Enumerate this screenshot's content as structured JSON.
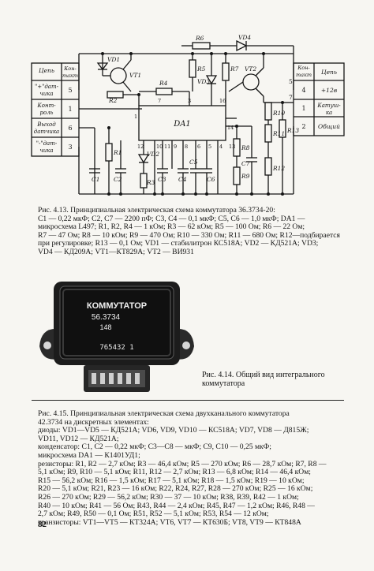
{
  "schematic": {
    "left_table": {
      "header": [
        "Цепь",
        "Кон-такт"
      ],
      "rows": [
        {
          "name": [
            "\"+\"дат-",
            "чика"
          ],
          "pin": "5"
        },
        {
          "name": [
            "Конт-",
            "роль"
          ],
          "pin": "1"
        },
        {
          "name": [
            "Выход",
            "датчика"
          ],
          "pin": "6"
        },
        {
          "name": [
            "\"-\"дат-",
            "чика"
          ],
          "pin": "3"
        }
      ]
    },
    "right_table": {
      "header": [
        "Кон-такт",
        "Цепь"
      ],
      "rows": [
        {
          "pin": "4",
          "name": [
            "+12в"
          ]
        },
        {
          "pin": "1",
          "name": [
            "Катуш-",
            "ка"
          ]
        },
        {
          "pin": "2",
          "name": [
            "Общий"
          ]
        }
      ]
    },
    "labels": {
      "chip": "DA1",
      "r": [
        "R1",
        "R2",
        "R3",
        "R4",
        "R5",
        "R6",
        "R7",
        "R8",
        "R9",
        "R10",
        "R11",
        "R12",
        "R13"
      ],
      "c": [
        "C1",
        "C2",
        "C3",
        "C4",
        "C5",
        "C6",
        "C7"
      ],
      "vd": [
        "VD1",
        "VD2",
        "VD3",
        "VD4"
      ],
      "vt": [
        "VT1",
        "VT2"
      ],
      "chip_pins_top": [
        "7",
        "3",
        "16"
      ],
      "chip_pins_bottom": [
        "12",
        "10",
        "11",
        "9",
        "8",
        "6",
        "5",
        "4",
        "13"
      ],
      "chip_pins_side": [
        "1",
        "14"
      ],
      "right_nodes": [
        "5",
        "7"
      ]
    }
  },
  "caption_4_13": {
    "title": "Рис. 4.13. Принципиальная электрическая схема коммутатора 36.3734-20:",
    "lines": [
      "C1 — 0,22 мкФ; C2, C7 — 2200 пФ; C3, C4 — 0,1 мкФ; C5, C6 — 1,0 мкФ; DA1 —",
      "микросхема L497; R1, R2, R4 — 1 кОм; R3 — 62 кОм; R5 — 100 Ом; R6 — 22 Ом;",
      "R7 — 47 Ом; R8 — 10 кОм; R9 — 470 Ом; R10 — 330 Ом; R11 — 680 Ом; R12—подбирается",
      "при регулировке; R13 — 0,1 Ом; VD1 — стабилитрон КС518А; VD2 — КД521А; VD3;",
      "VD4 — КД209А; VT1—КТ829А; VT2 — ВИ931"
    ]
  },
  "photo": {
    "label_lines": [
      "КОММУТАТОР",
      "56.3734",
      "148"
    ],
    "serial": "765432 1"
  },
  "caption_4_14": {
    "lines": [
      "Рис. 4.14. Общий вид интегрального",
      "коммутатора"
    ]
  },
  "caption_4_15": {
    "title": "Рис. 4.15. Принципиальная электрическая схема двухканального коммутатора",
    "lines": [
      "42.3734 на дискретных элементах:",
      "диоды: VD1—VD5 — КД521А; VD6, VD9, VD10 — КС518А; VD7, VD8 — Д815Ж;",
      "VD11, VD12 — КД521А;",
      "конденсатор: C1, C2 — 0,22 мкФ; C3—C8 — мкФ; C9, C10 — 0,25 мкФ;",
      "микросхема DA1 — К1401УД1;",
      "резисторы: R1, R2 — 2,7 кОм; R3 — 46,4 кОм; R5 — 270 кОм; R6 — 28,7 кОм; R7, R8 —",
      "5,1 кОм; R9, R10 — 5,1 кОм; R11, R12 — 2,7 кОм; R13 — 6,8 кОм; R14 — 46,4 кОм;",
      "R15 — 56,2 кОм; R16 — 1,5 кОм; R17 — 5,1 кОм; R18 — 1,5 кОм; R19 — 10 кОм;",
      "R20 — 5,1 кОм; R21, R23 — 16 кОм; R22, R24, R27, R28 — 270 кОм; R25 — 16 кОм;",
      "R26 — 270 кОм; R29 — 56,2 кОм; R30 — 37 — 10 кОм; R38, R39, R42 — 1 кОм;",
      "R40 — 10 кОм; R41 — 56 Ом; R43, R44 — 2,4 кОм; R45, R47 — 1,2 кОм; R46, R48 —",
      "2,7 кОм; R49, R50 — 0,1 Ом; R51, R52 — 5,1 кОм; R53, R54 — 12 кОм;",
      "транзисторы: VT1—VT5 — КТ324А; VT6, VT7 — КТ630Б; VT8, VT9 — КТ848А"
    ]
  },
  "page_number": "82"
}
